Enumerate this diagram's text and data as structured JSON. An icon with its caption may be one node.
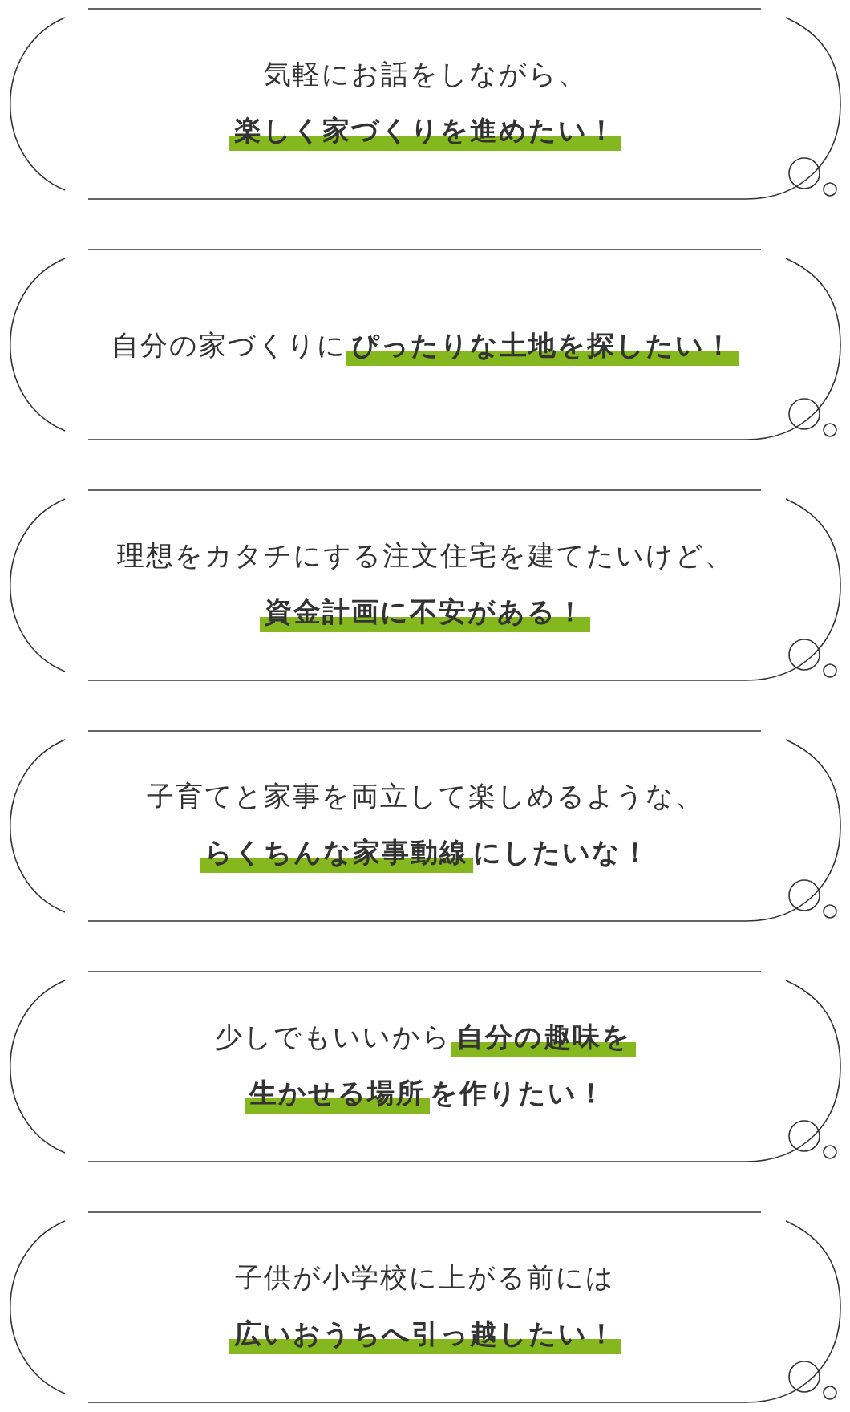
{
  "diagram": {
    "nodes": [
      {
        "text": [
          "気軽にお話をしながら、",
          "楽しく家づくりを進めたい！"
        ]
      },
      {
        "text": [
          "自分の家づくりに**ぴったりな土地を探したい！**"
        ]
      },
      {
        "text": [
          "理想をカタチにする注文住宅を建てたいけど、",
          "資金計画に不安がある！"
        ]
      },
      {
        "text": [
          "子育てと家事を両立して楽しめるような、",
          "**らくちんな家事動線**にしたいな！"
        ]
      },
      {
        "text": [
          "少しでもいいから**自分の趣味を**",
          "**生かせる場所**を作りたい！"
        ]
      },
      {
        "text": [
          "子供が小学校に上がる前には",
          "広いおうちへ引っ越したい！"
        ]
      }
    ]
  }
}
